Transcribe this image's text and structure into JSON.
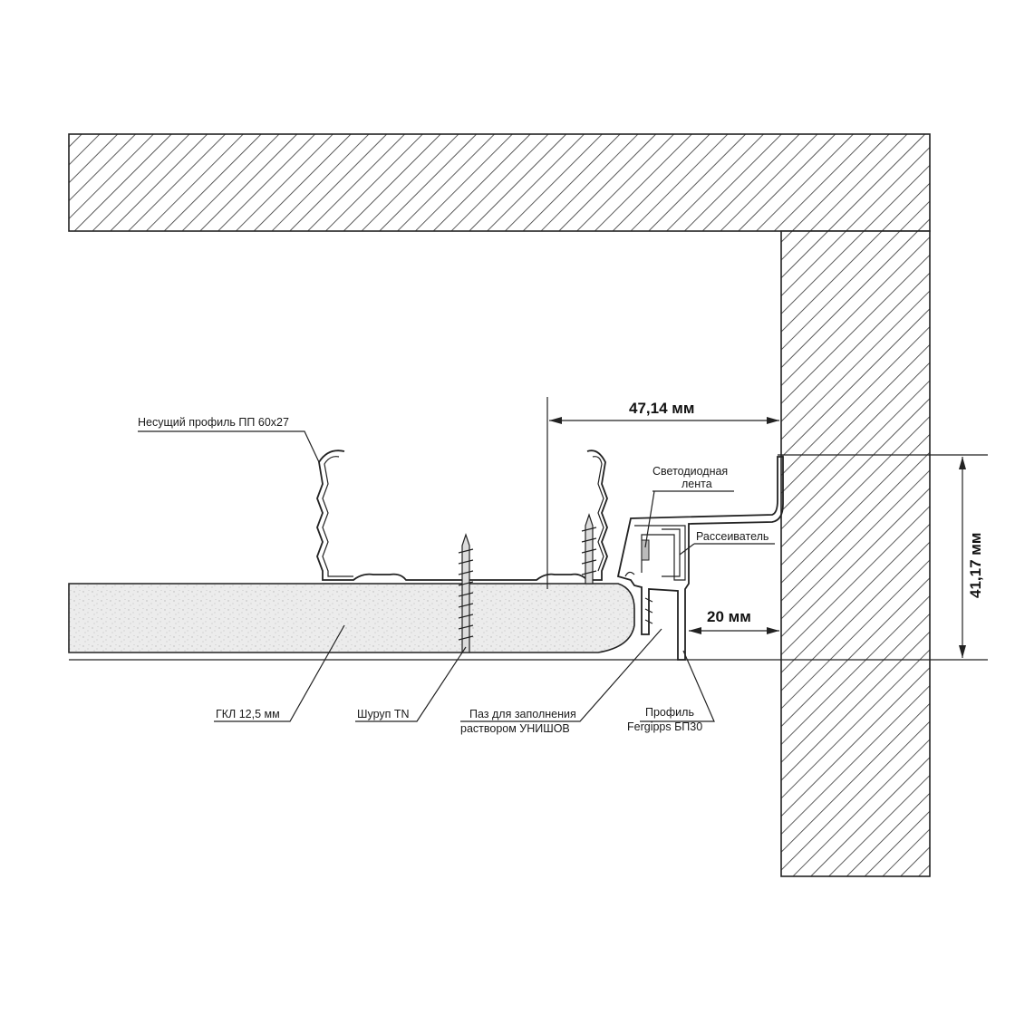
{
  "labels": {
    "bearing_profile": "Несущий профиль ПП 60х27",
    "led_strip_line1": "Светодиодная",
    "led_strip_line2": "лента",
    "diffuser": "Рассеиватель",
    "gypsum_board": "ГКЛ 12,5 мм",
    "screw": "Шуруп TN",
    "groove_line1": "Паз для заполнения",
    "groove_line2": "раствором УНИШОВ",
    "profile_line1": "Профиль",
    "profile_line2": "Fergipps БП30"
  },
  "dimensions": {
    "horizontal_gap": "47,14 мм",
    "vertical_height": "41,17 мм",
    "wall_gap": "20 мм"
  },
  "colors": {
    "line": "#222222",
    "board_fill": "#ececec",
    "hatch": "#333333"
  }
}
